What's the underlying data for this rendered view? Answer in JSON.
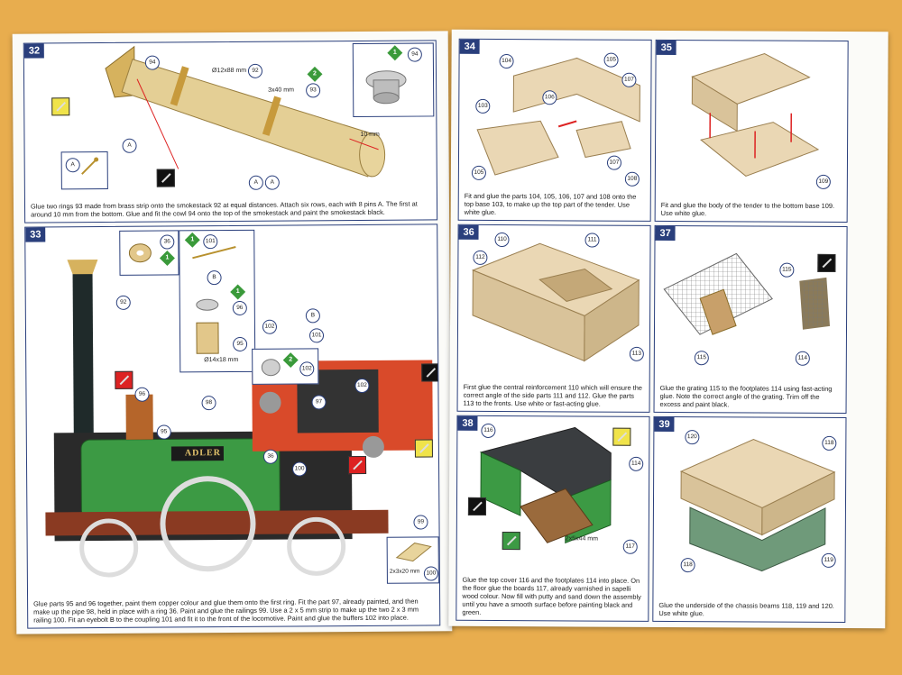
{
  "colors": {
    "background": "#e8ad4e",
    "panel_border": "#2a3f7c",
    "paint_green": "#3c9a44",
    "paint_black": "#222222",
    "paint_copper": "#b5652a"
  },
  "steps": {
    "s32": {
      "num": "32",
      "caption": "Glue two rings 93 made from brass strip onto the smokestack 92 at equal distances. Attach six rows, each with 8 pins A. The first at around 10 mm from the bottom. Glue and fit the cowl 94 onto the top of the smokestack and paint the smokestack black.",
      "labels": {
        "part92": "Ø12x88 mm",
        "part93": "3x40 mm",
        "gap": "10 mm"
      },
      "callouts": {
        "c94": "94",
        "c92": "92",
        "c93": "93",
        "cA1": "A",
        "cA2": "A",
        "cA3": "A",
        "cA4": "A",
        "cSub94": "94"
      },
      "qty": {
        "q2": "2",
        "q1": "1"
      }
    },
    "s33": {
      "num": "33",
      "caption": "Glue parts 95 and 96 together, paint them copper colour and glue them onto the first ring. Fit the part 97, already painted, and then make up the pipe 98, held in place with a ring 36. Paint and glue the railings 99. Use a 2 x 5 mm strip to make up the two 2 x 3 mm railing 100. Fit an eyebolt B to the coupling 101 and fit it to the front of the locomotive. Paint and glue the buffers 102 into place.",
      "nameplate": "ADLER",
      "labels": {
        "part95": "Ø14x18 mm",
        "part100": "2x3x20 mm"
      },
      "callouts": {
        "c92": "92",
        "c96": "96",
        "c95": "95",
        "c98": "98",
        "c97": "97",
        "c36a": "36",
        "c36b": "36",
        "c100": "100",
        "c99": "99",
        "c101a": "101",
        "cBa": "B",
        "cSub96": "96",
        "cSub95": "95",
        "cSub102": "102",
        "c102a": "102",
        "cBb": "B",
        "c101b": "101",
        "c102b": "102",
        "c100b": "100"
      },
      "qty": {
        "q1a": "1",
        "q1b": "1",
        "q1c": "1",
        "q2": "2"
      }
    },
    "s34": {
      "num": "34",
      "caption": "Fit and glue the parts 104, 105, 106, 107 and 108 onto the top base 103, to make up the top part of the tender. Use white glue.",
      "callouts": {
        "c104": "104",
        "c105a": "105",
        "c107a": "107",
        "c106": "106",
        "c103": "103",
        "c107b": "107",
        "c105b": "105",
        "c108": "108"
      }
    },
    "s35": {
      "num": "35",
      "caption": "Fit and glue the body of the tender to the bottom base 109. Use white glue.",
      "callouts": {
        "c109": "109"
      }
    },
    "s36": {
      "num": "36",
      "caption": "First glue the central reinforcement 110 which will ensure the correct angle of the side parts 111 and 112. Glue the parts 113 to the fronts. Use white or fast-acting glue.",
      "callouts": {
        "c110": "110",
        "c111": "111",
        "c112": "112",
        "c113": "113"
      }
    },
    "s37": {
      "num": "37",
      "caption": "Glue the grating 115 to the footplates 114 using fast-acting glue. Note the correct angle of the grating. Trim off the excess and paint black.",
      "callouts": {
        "c115a": "115",
        "c115b": "115",
        "c114": "114"
      }
    },
    "s38": {
      "num": "38",
      "caption": "Glue the top cover 116 and the footplates 114 into place. On the floor glue the boards 117, already varnished in sapelli wood colour. Now fill with putty and sand down the assembly until you have a smooth surface before painting black and green.",
      "labels": {
        "part117": "2x5x44 mm"
      },
      "callouts": {
        "c116": "116",
        "c114": "114",
        "c117": "117"
      }
    },
    "s39": {
      "num": "39",
      "caption": "Glue the underside of the chassis beams 118, 119 and 120. Use white glue.",
      "callouts": {
        "c120": "120",
        "c118a": "118",
        "c118b": "118",
        "c119": "119"
      }
    }
  }
}
